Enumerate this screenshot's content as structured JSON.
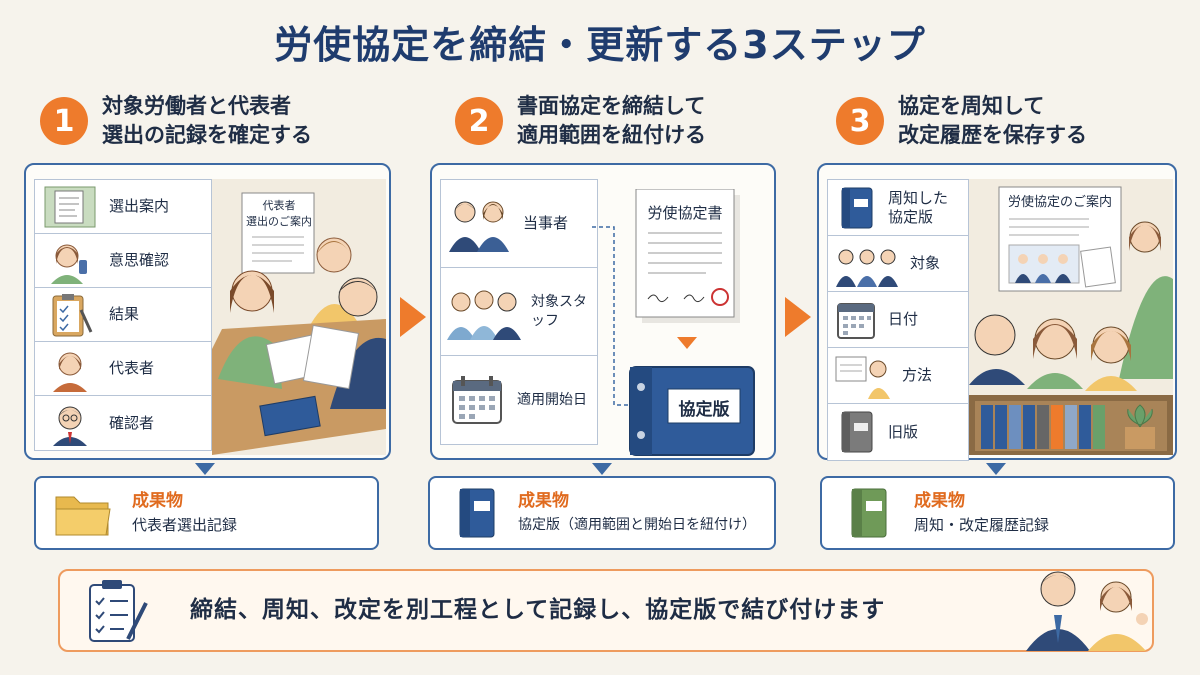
{
  "title": "労使協定を締結・更新する3ステップ",
  "steps": [
    {
      "number": "1",
      "heading_line1": "対象労働者と代表者",
      "heading_line2": "選出の記録を確定する",
      "items": [
        "選出案内",
        "意思確認",
        "結果",
        "代表者",
        "確認者"
      ],
      "scene_doc": "代表者\n選出のご案内",
      "result_label": "成果物",
      "result_desc": "代表者選出記録"
    },
    {
      "number": "2",
      "heading_line1": "書面協定を締結して",
      "heading_line2": "適用範囲を紐付ける",
      "items": [
        "当事者",
        "対象スタッフ",
        "適用開始日"
      ],
      "doc_title": "労使協定書",
      "binder_label": "協定版",
      "result_label": "成果物",
      "result_desc": "協定版（適用範囲と開始日を紐付け）"
    },
    {
      "number": "3",
      "heading_line1": "協定を周知して",
      "heading_line2": "改定履歴を保存する",
      "items": [
        "周知した\n協定版",
        "対象",
        "日付",
        "方法",
        "旧版"
      ],
      "notice_title": "労使協定のご案内",
      "result_label": "成果物",
      "result_desc": "周知・改定履歴記録"
    }
  ],
  "footer": "締結、周知、改定を別工程として記録し、協定版で結び付けます",
  "colors": {
    "accent": "#ee7b2c",
    "navy": "#1f3c6e",
    "border": "#3d6aa4",
    "background": "#f6f3ec"
  }
}
